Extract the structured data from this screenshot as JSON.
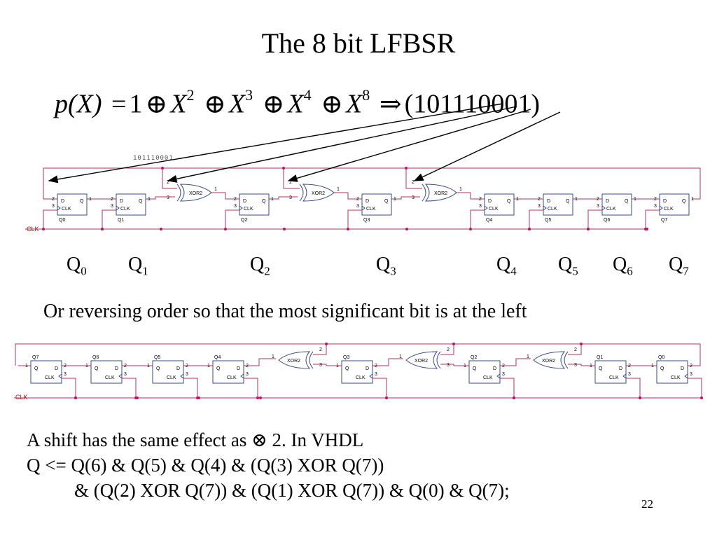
{
  "title": "The 8 bit LFBSR",
  "formula": {
    "lhs": "p(X)",
    "equals": "=",
    "one": "1",
    "xor_symbol": "⊕",
    "var": "X",
    "exp1": "2",
    "exp2": "3",
    "exp3": "4",
    "exp4": "8",
    "implies": "⇒",
    "bits": "(101110001)"
  },
  "top_circuit": {
    "bus_label": "101110001",
    "clk_label": "CLK",
    "ff_instances": [
      "Q0",
      "Q1",
      "Q2",
      "Q3",
      "Q4",
      "Q5",
      "Q6",
      "Q7"
    ],
    "ff_d": "D",
    "ff_q": "Q",
    "ff_clk": "CLK",
    "xor_label": "XOR2",
    "pin_d": "2",
    "pin_q": "1",
    "pin_clk": "3",
    "xor_pin_a": "2",
    "xor_pin_b": "3",
    "xor_pin_out": "1"
  },
  "q_labels": [
    {
      "base": "Q",
      "sub": "0"
    },
    {
      "base": "Q",
      "sub": "1"
    },
    {
      "base": "Q",
      "sub": "2"
    },
    {
      "base": "Q",
      "sub": "3"
    },
    {
      "base": "Q",
      "sub": "4"
    },
    {
      "base": "Q",
      "sub": "5"
    },
    {
      "base": "Q",
      "sub": "6"
    },
    {
      "base": "Q",
      "sub": "7"
    }
  ],
  "caption": "Or reversing order so that the most significant bit is at the left",
  "bottom_circuit": {
    "clk_label": "CLK",
    "ff_instances": [
      "Q7",
      "Q6",
      "Q5",
      "Q4",
      "Q3",
      "Q2",
      "Q1",
      "Q0"
    ],
    "ff_d": "D",
    "ff_q": "Q",
    "ff_clk": "CLK",
    "xor_label": "XOR2",
    "pin_d": "2",
    "pin_q": "1",
    "pin_clk": "3",
    "xor_pin_a": "2",
    "xor_pin_b": "3",
    "xor_pin_out": "1"
  },
  "vhdl_lines": [
    "A shift has the same effect as ⊗ 2. In VHDL",
    "Q <= Q(6) & Q(5) & Q(4) & (Q(3) XOR Q(7))",
    "& (Q(2) XOR Q(7)) & (Q(1) XOR Q(7)) & Q(0) & Q(7);"
  ],
  "page_number": "22",
  "colors": {
    "wire": "#b03060",
    "junction": "#c0106a",
    "component": "#3a4a8a",
    "clk_text": "#c00000",
    "arrow": "#000000"
  }
}
